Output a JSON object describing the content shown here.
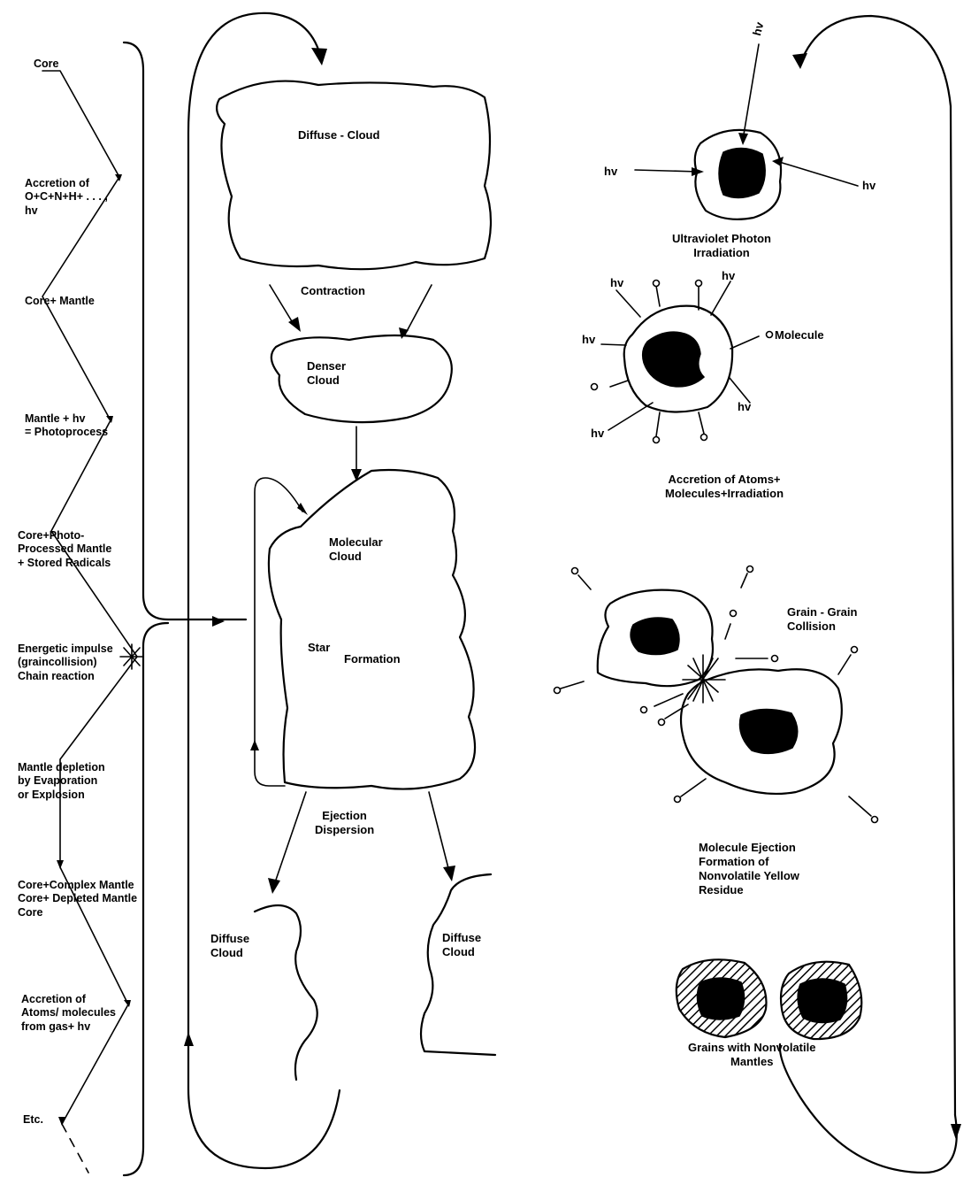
{
  "left_column": {
    "s1": "Core",
    "s2": "Accretion of\nO+C+N+H+ . . . ,\nhv",
    "s3": "Core+ Mantle",
    "s4": "Mantle + hv\n= Photoprocess",
    "s5": "Core+Photo-\nProcessed Mantle\n+ Stored Radicals",
    "s6": "Energetic impulse\n(graincollision)\nChain reaction",
    "s7": "Mantle depletion\nby Evaporation\nor Explosion",
    "s8": "Core+Complex Mantle\nCore+ Depleted Mantle\nCore",
    "s9": "Accretion of\nAtoms/ molecules\nfrom gas+ hv",
    "s10": "Etc."
  },
  "center": {
    "diffuse_cloud": "Diffuse - Cloud",
    "contraction": "Contraction",
    "denser_cloud": "Denser\nCloud",
    "molecular_cloud": "Molecular\nCloud",
    "star": "Star",
    "formation": "Formation",
    "ejection": "Ejection\nDispersion",
    "diffuse_left": "Diffuse\nCloud",
    "diffuse_right": "Diffuse\nCloud"
  },
  "right_panel": {
    "hv": "hv",
    "uv_caption": "Ultraviolet Photon\nIrradiation",
    "molecule": "Molecule",
    "accretion_caption": "Accretion of Atoms+\nMolecules+Irradiation",
    "collision_label": "Grain - Grain\nCollision",
    "ejection_caption": "Molecule Ejection\nFormation of\nNonvolatile Yellow\nResidue",
    "grains_caption": "Grains with Nonvolatile\nMantles"
  }
}
